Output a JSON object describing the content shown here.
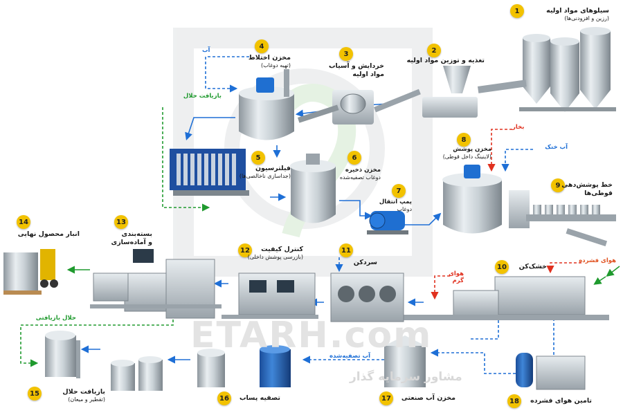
{
  "colors": {
    "badge": "#f2c200",
    "flow_blue": "#1e6fd6",
    "recovery_green": "#1f9a2e",
    "steam_red": "#e0301e",
    "hot_air_orange": "#e0501e",
    "watermark": "#e0e0e0"
  },
  "watermark": {
    "brand": "ETARH.com",
    "tagline": "مشاور سرمایه گذار"
  },
  "stations": [
    {
      "num": "1",
      "title": "سیلوهای مواد اولیه",
      "sub": "(رزین و افزودنی‌ها)"
    },
    {
      "num": "2",
      "title": "تغذیه و توزین مواد اولیه",
      "sub": ""
    },
    {
      "num": "3",
      "title": "خردایش و آسیاب",
      "sub": "مواد اولیه"
    },
    {
      "num": "4",
      "title": "مخزن اختلاط",
      "sub": "(تهیه دوغاب)"
    },
    {
      "num": "5",
      "title": "فیلترسیون",
      "sub": "(جداسازی ناخالصی‌ها)"
    },
    {
      "num": "6",
      "title": "مخزن ذخیره",
      "sub": "دوغاب تصفیه‌شده"
    },
    {
      "num": "7",
      "title": "پمپ انتقال",
      "sub": "دوغاب"
    },
    {
      "num": "8",
      "title": "مخزن پوشش",
      "sub": "(لاینینگ داخل قوطی)"
    },
    {
      "num": "9",
      "title": "خط پوشش‌دهی",
      "sub": "قوطی‌ها"
    },
    {
      "num": "10",
      "title": "خشک‌کن",
      "sub": ""
    },
    {
      "num": "11",
      "title": "سردکن",
      "sub": ""
    },
    {
      "num": "12",
      "title": "کنترل کیفیت",
      "sub": "(بازرسی پوشش داخلی)"
    },
    {
      "num": "13",
      "title": "بسته‌بندی",
      "sub": "و آماده‌سازی"
    },
    {
      "num": "14",
      "title": "انبار محصول نهایی",
      "sub": ""
    },
    {
      "num": "15",
      "title": "بازیافت حلال",
      "sub": "(تقطیر و میعان)"
    },
    {
      "num": "16",
      "title": "تصفیه پساب",
      "sub": ""
    },
    {
      "num": "17",
      "title": "مخزن آب صنعتی",
      "sub": ""
    },
    {
      "num": "18",
      "title": "تامین هوای فشرده",
      "sub": ""
    }
  ],
  "flows": {
    "water": "آب",
    "solvent_recovery": "بازیافت حلال",
    "steam": "بخار",
    "cold_water": "آب خنک",
    "compressed_air": "هوای فشرده",
    "hot_air": "هوای گرم",
    "recovered_solvent": "حلال بازیافتی",
    "treated_water": "آب تصفیه‌شده"
  }
}
